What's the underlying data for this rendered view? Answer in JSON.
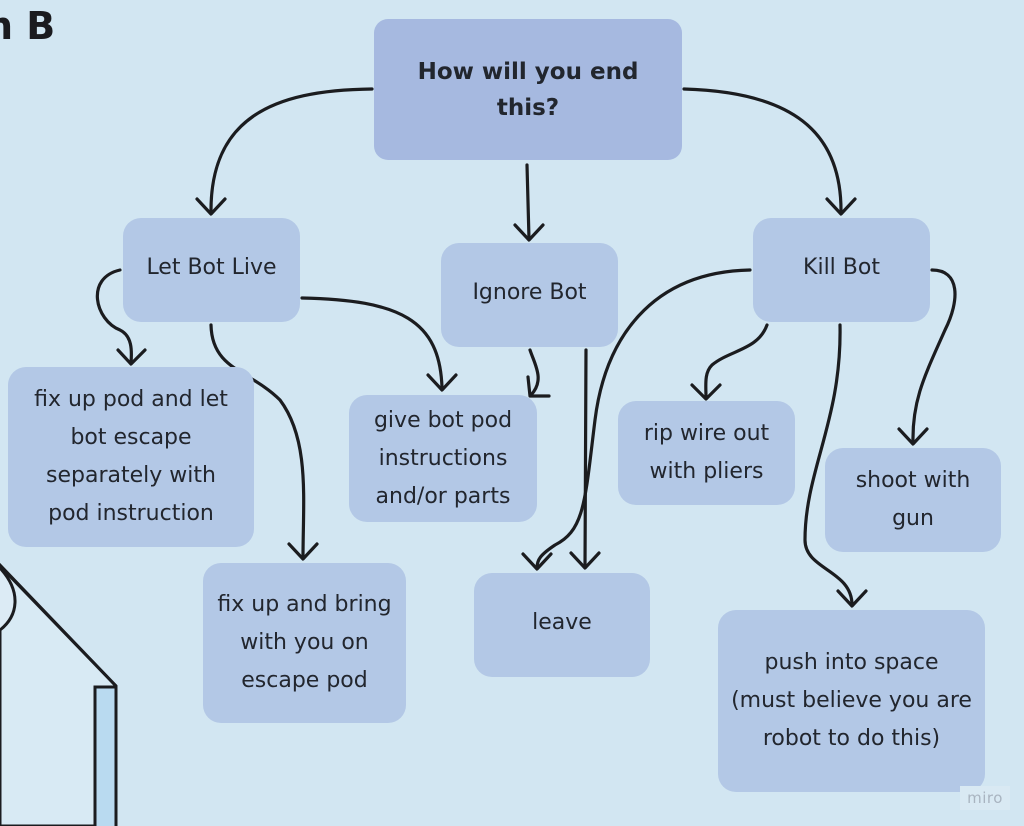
{
  "frame": {
    "title_fragment": "n B"
  },
  "colors": {
    "background": "#d2e6f2",
    "root_node": "#a6b9e0",
    "node": "#b3c8e6",
    "text": "#22262e",
    "connector": "#1b1c1f",
    "sketch_fill": "#b9daf0"
  },
  "nodes": {
    "root": {
      "label": "How will you end this?"
    },
    "let_bot_live": {
      "label": "Let Bot Live"
    },
    "ignore_bot": {
      "label": "Ignore Bot"
    },
    "kill_bot": {
      "label": "Kill Bot"
    },
    "fix_pod_escape": {
      "label": "fix up pod and let bot escape separately with pod instruction"
    },
    "give_instructions": {
      "label": "give bot pod instructions and/or parts"
    },
    "fix_bring": {
      "label": "fix up and bring with you on escape pod"
    },
    "leave": {
      "label": "leave"
    },
    "rip_wire": {
      "label": "rip wire out with pliers"
    },
    "shoot": {
      "label": "shoot with gun"
    },
    "push_space": {
      "label": "push into space (must believe you are robot to do this)"
    }
  },
  "edges": [
    {
      "from": "root",
      "to": "let_bot_live"
    },
    {
      "from": "root",
      "to": "ignore_bot"
    },
    {
      "from": "root",
      "to": "kill_bot"
    },
    {
      "from": "let_bot_live",
      "to": "fix_pod_escape"
    },
    {
      "from": "let_bot_live",
      "to": "fix_bring"
    },
    {
      "from": "let_bot_live",
      "to": "give_instructions"
    },
    {
      "from": "ignore_bot",
      "to": "give_instructions"
    },
    {
      "from": "ignore_bot",
      "to": "leave"
    },
    {
      "from": "kill_bot",
      "to": "leave"
    },
    {
      "from": "kill_bot",
      "to": "rip_wire"
    },
    {
      "from": "kill_bot",
      "to": "push_space"
    },
    {
      "from": "kill_bot",
      "to": "shoot"
    }
  ],
  "watermark": {
    "label": "miro"
  }
}
